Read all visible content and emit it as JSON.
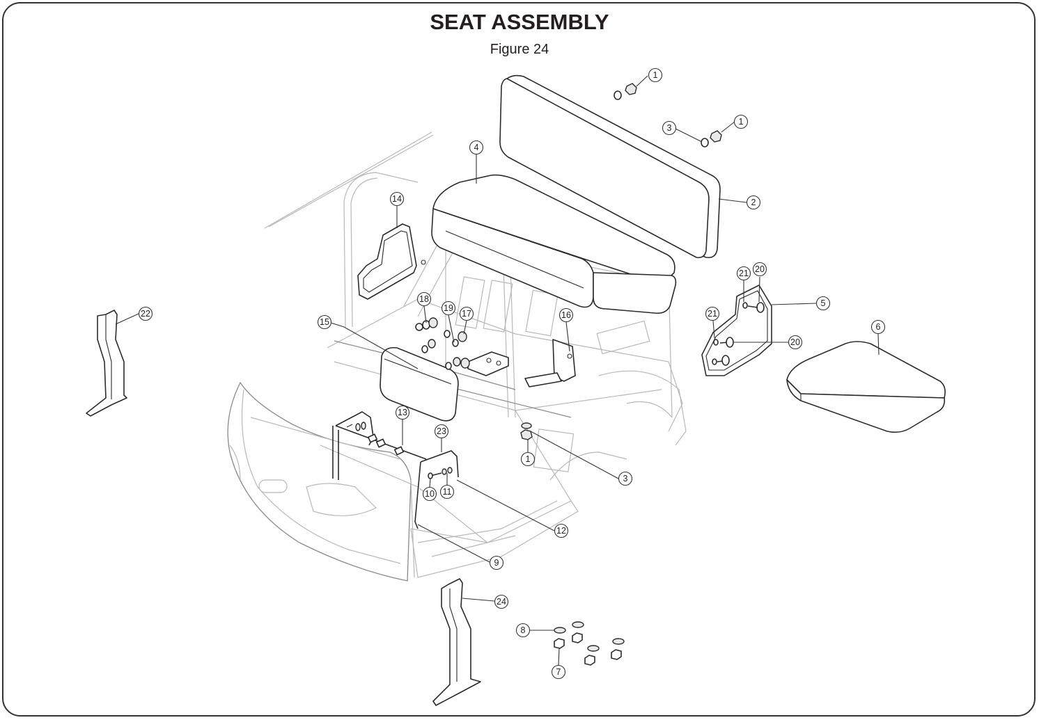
{
  "header": {
    "title": "SEAT ASSEMBLY",
    "subtitle": "Figure 24"
  },
  "callouts": [
    {
      "id": "c1a",
      "label": "1"
    },
    {
      "id": "c1b",
      "label": "1"
    },
    {
      "id": "c3a",
      "label": "3"
    },
    {
      "id": "c4",
      "label": "4"
    },
    {
      "id": "c2",
      "label": "2"
    },
    {
      "id": "c14",
      "label": "14"
    },
    {
      "id": "c22",
      "label": "22"
    },
    {
      "id": "c15",
      "label": "15"
    },
    {
      "id": "c18",
      "label": "18"
    },
    {
      "id": "c19",
      "label": "19"
    },
    {
      "id": "c17",
      "label": "17"
    },
    {
      "id": "c16",
      "label": "16"
    },
    {
      "id": "c21a",
      "label": "21"
    },
    {
      "id": "c20a",
      "label": "20"
    },
    {
      "id": "c5",
      "label": "5"
    },
    {
      "id": "c21b",
      "label": "21"
    },
    {
      "id": "c20b",
      "label": "20"
    },
    {
      "id": "c6",
      "label": "6"
    },
    {
      "id": "c13",
      "label": "13"
    },
    {
      "id": "c23",
      "label": "23"
    },
    {
      "id": "c1c",
      "label": "1"
    },
    {
      "id": "c3b",
      "label": "3"
    },
    {
      "id": "c10",
      "label": "10"
    },
    {
      "id": "c11",
      "label": "11"
    },
    {
      "id": "c12",
      "label": "12"
    },
    {
      "id": "c9",
      "label": "9"
    },
    {
      "id": "c24",
      "label": "24"
    },
    {
      "id": "c8",
      "label": "8"
    },
    {
      "id": "c7",
      "label": "7"
    }
  ]
}
